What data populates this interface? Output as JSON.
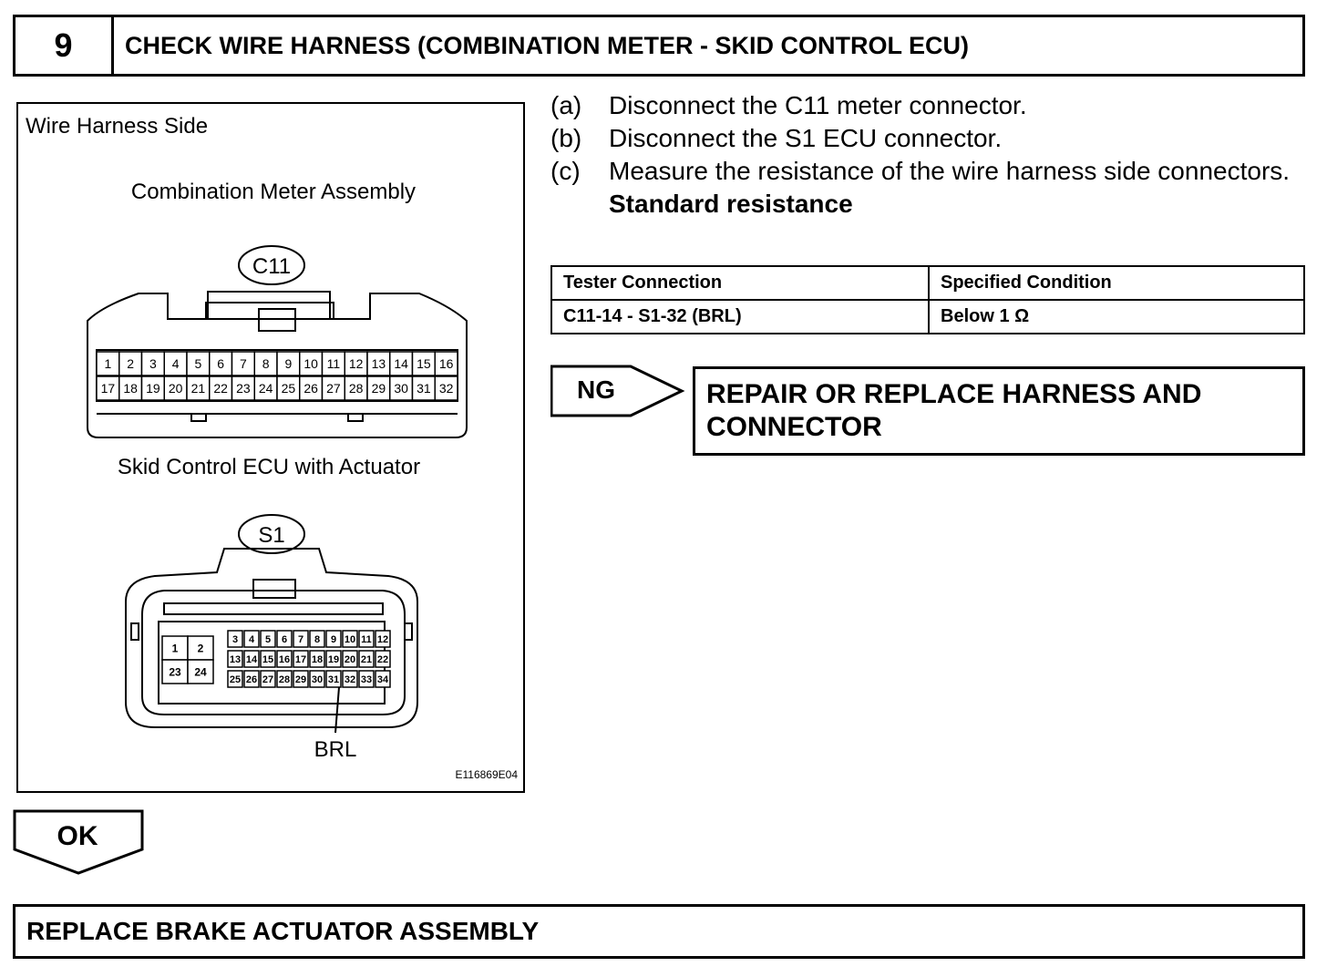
{
  "header": {
    "step_number": "9",
    "title": "CHECK WIRE HARNESS (COMBINATION METER - SKID CONTROL ECU)"
  },
  "diagram": {
    "side_label": "Wire Harness Side",
    "meter_label": "Combination Meter Assembly",
    "meter_connector": "C11",
    "meter_pins_row1": [
      "1",
      "2",
      "3",
      "4",
      "5",
      "6",
      "7",
      "8",
      "9",
      "10",
      "11",
      "12",
      "13",
      "14",
      "15",
      "16"
    ],
    "meter_pins_row2": [
      "17",
      "18",
      "19",
      "20",
      "21",
      "22",
      "23",
      "24",
      "25",
      "26",
      "27",
      "28",
      "29",
      "30",
      "31",
      "32"
    ],
    "ecu_label": "Skid Control ECU with Actuator",
    "ecu_connector": "S1",
    "ecu_big_pins": [
      "1",
      "2",
      "23",
      "24"
    ],
    "ecu_pins_row1": [
      "3",
      "4",
      "5",
      "6",
      "7",
      "8",
      "9",
      "10",
      "11",
      "12"
    ],
    "ecu_pins_row2": [
      "13",
      "14",
      "15",
      "16",
      "17",
      "18",
      "19",
      "20",
      "21",
      "22"
    ],
    "ecu_pins_row3": [
      "25",
      "26",
      "27",
      "28",
      "29",
      "30",
      "31",
      "32",
      "33",
      "34"
    ],
    "wire_label": "BRL",
    "figure_code": "E116869E04"
  },
  "steps": [
    {
      "letter": "(a)",
      "text": "Disconnect the C11 meter connector."
    },
    {
      "letter": "(b)",
      "text": "Disconnect the S1 ECU connector."
    },
    {
      "letter": "(c)",
      "text": "Measure the resistance of the wire harness side connectors."
    }
  ],
  "standard_label": "Standard resistance",
  "table": {
    "headers": [
      "Tester Connection",
      "Specified Condition"
    ],
    "rows": [
      [
        "C11-14 - S1-32 (BRL)",
        "Below 1 Ω"
      ]
    ]
  },
  "ng": {
    "label": "NG",
    "result": "REPAIR OR REPLACE HARNESS AND CONNECTOR"
  },
  "ok": {
    "label": "OK",
    "result": "REPLACE BRAKE ACTUATOR ASSEMBLY"
  }
}
